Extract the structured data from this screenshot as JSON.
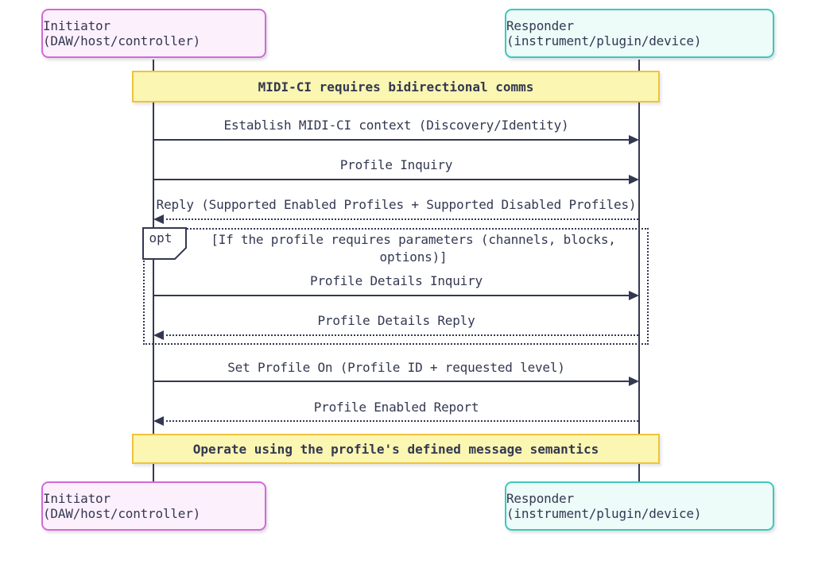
{
  "diagram": {
    "type": "sequence",
    "actors": {
      "initiator": {
        "label": "Initiator (DAW/host/controller)"
      },
      "responder": {
        "label": "Responder (instrument/plugin/device)"
      }
    },
    "notes": [
      {
        "text": "MIDI-CI requires bidirectional comms"
      },
      {
        "text": "Operate using the profile's defined message semantics"
      }
    ],
    "messages": [
      {
        "label": "Establish MIDI-CI context (Discovery/Identity)",
        "from": "initiator",
        "to": "responder",
        "line": "solid"
      },
      {
        "label": "Profile Inquiry",
        "from": "initiator",
        "to": "responder",
        "line": "solid"
      },
      {
        "label": "Reply (Supported Enabled Profiles + Supported Disabled Profiles)",
        "from": "responder",
        "to": "initiator",
        "line": "dotted"
      },
      {
        "label": "Profile Details Inquiry",
        "from": "initiator",
        "to": "responder",
        "line": "solid"
      },
      {
        "label": "Profile Details Reply",
        "from": "responder",
        "to": "initiator",
        "line": "dotted"
      },
      {
        "label": "Set Profile On (Profile ID + requested level)",
        "from": "initiator",
        "to": "responder",
        "line": "solid"
      },
      {
        "label": "Profile Enabled Report",
        "from": "responder",
        "to": "initiator",
        "line": "dotted"
      }
    ],
    "opt_block": {
      "tag": "opt",
      "guard": "[If the profile requires parameters (channels, blocks, options)]"
    },
    "colors": {
      "text": "#333852",
      "line": "#333852",
      "initiator_fill": "#fdf0fd",
      "initiator_border": "#d468d8",
      "responder_fill": "#edfbf9",
      "responder_border": "#3bc9bb",
      "note_fill": "#fbf6b1",
      "note_border": "#f0c23c"
    }
  }
}
